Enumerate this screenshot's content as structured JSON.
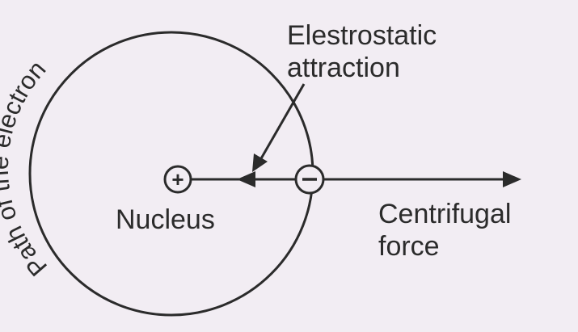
{
  "labels": {
    "attraction_line1": "Elestrostatic",
    "attraction_line2": "attraction",
    "nucleus": "Nucleus",
    "centrifugal_line1": "Centrifugal",
    "centrifugal_line2": "force",
    "orbit": "Path of the electron"
  },
  "symbols": {
    "nucleus_charge": "+",
    "electron_charge": "−"
  },
  "colors": {
    "ink": "#2b2b2b",
    "paper": "#f2edf3"
  }
}
